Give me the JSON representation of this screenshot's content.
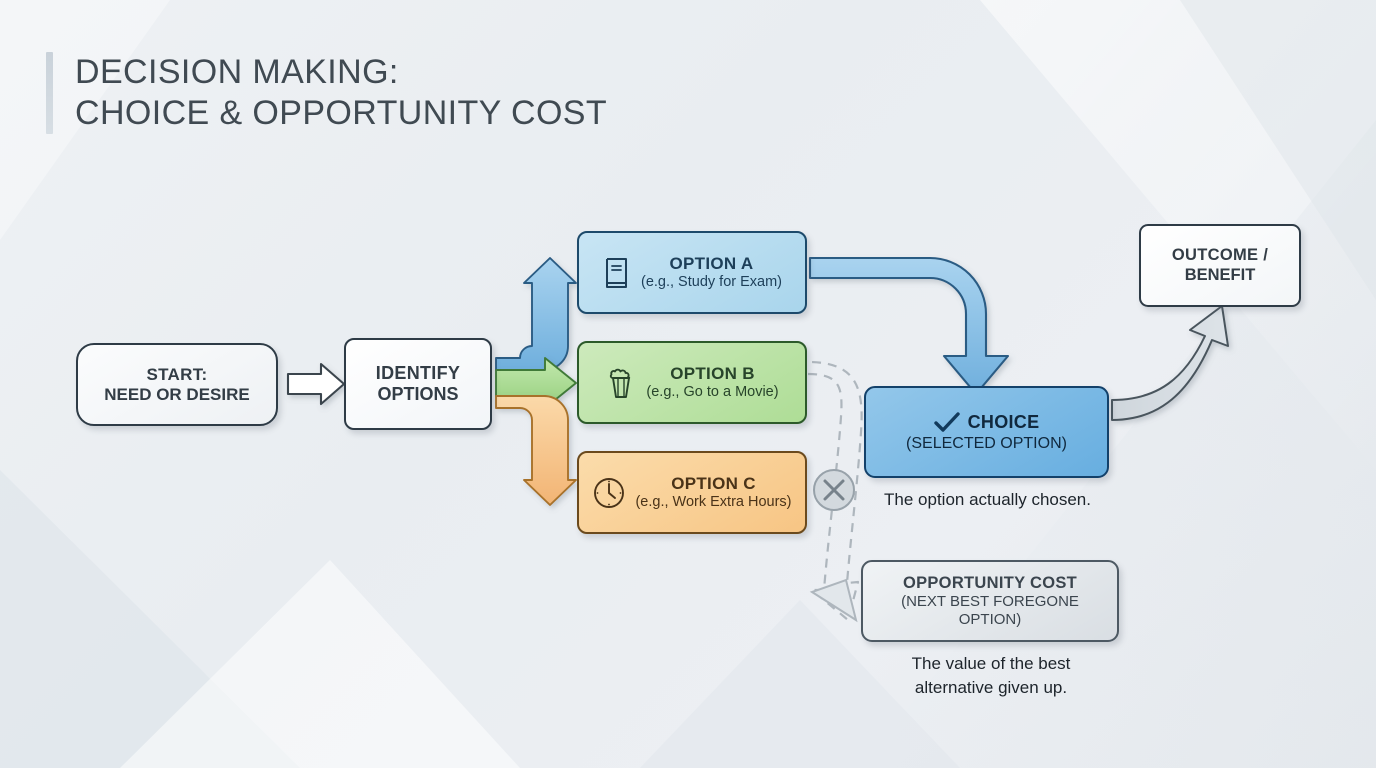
{
  "title": {
    "line1": "DECISION MAKING:",
    "line2": "CHOICE & OPPORTUNITY COST",
    "full": "DECISION MAKING:\nCHOICE & OPPORTUNITY COST"
  },
  "colors": {
    "background": "#eceff3",
    "title_text": "#404a52",
    "accent_bar": "#ccd5dc",
    "option_a_fill": "#b6dcef",
    "option_a_border": "#1d4a6b",
    "option_b_fill": "#bae4a8",
    "option_b_border": "#2c5a2a",
    "option_c_fill": "#f9cf97",
    "option_c_border": "#6b4a1d",
    "choice_fill": "#7cb9e4",
    "choice_border": "#13416a",
    "oppcost_fill": "#e4e9ed",
    "oppcost_border": "#4d5963",
    "neutral_node_fill": "#f7f9fa",
    "neutral_node_border": "#2e3b46",
    "arrow_gray": "#c3cbd2",
    "arrow_blue": "#7ab6e2",
    "arrow_green": "#a9dc93",
    "arrow_orange": "#f6c386",
    "dashed_arrow": "#b0b8be",
    "reject_marker": "#98a2aa"
  },
  "nodes": {
    "start": {
      "title": "START:",
      "subtitle": "NEED OR DESIRE",
      "icon": null
    },
    "identify": {
      "title": "IDENTIFY",
      "subtitle": "OPTIONS",
      "icon": null
    },
    "option_a": {
      "title": "OPTION A",
      "subtitle": "(e.g., Study for Exam)",
      "icon": "book-icon"
    },
    "option_b": {
      "title": "OPTION B",
      "subtitle": "(e.g., Go to a Movie)",
      "icon": "popcorn-icon"
    },
    "option_c": {
      "title": "OPTION C",
      "subtitle": "(e.g., Work Extra Hours)",
      "icon": "clock-icon"
    },
    "choice": {
      "title": "CHOICE",
      "subtitle": "(SELECTED OPTION)",
      "icon": "checkmark-icon"
    },
    "opportunity_cost": {
      "title": "OPPORTUNITY COST",
      "subtitle": "(NEXT BEST FOREGONE OPTION)",
      "icon": null
    },
    "outcome": {
      "title": "OUTCOME /",
      "subtitle": "BENEFIT",
      "icon": null
    }
  },
  "captions": {
    "choice": "The option actually chosen.",
    "opportunity_cost": "The value of the best\nalternative given up."
  },
  "markers": {
    "reject": {
      "icon": "x-circle-icon",
      "meaning": "foregone / rejected option"
    }
  },
  "connectors": [
    {
      "from": "start",
      "to": "identify",
      "style": "outline-arrow",
      "color": "#ffffff"
    },
    {
      "from": "identify",
      "to": "option_a",
      "style": "elbow-arrow",
      "color": "#7ab6e2"
    },
    {
      "from": "identify",
      "to": "option_b",
      "style": "straight-arrow",
      "color": "#a9dc93"
    },
    {
      "from": "identify",
      "to": "option_c",
      "style": "elbow-arrow",
      "color": "#f6c386"
    },
    {
      "from": "option_a",
      "to": "choice",
      "style": "curved-arrow",
      "color": "#7ab6e2"
    },
    {
      "from": "option_b",
      "to": "opportunity_cost",
      "style": "dashed-curved-arrow",
      "color": "#b0b8be"
    },
    {
      "from": "choice",
      "to": "outcome",
      "style": "curved-arrow",
      "color": "#c3cbd2"
    }
  ]
}
